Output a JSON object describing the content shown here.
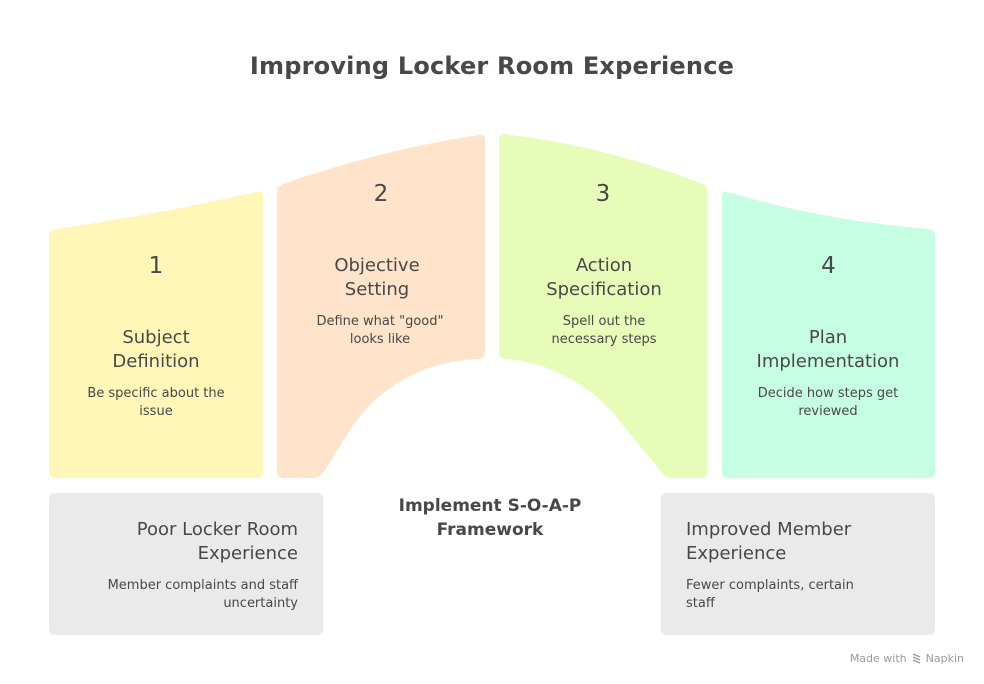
{
  "title": "Improving Locker Room Experience",
  "colors": {
    "step1": "#FFF6B8",
    "step2": "#FFE3CA",
    "step3": "#E8FCB9",
    "step4": "#C6FEE3",
    "box": "#EAEAEA",
    "text": "#484848"
  },
  "steps": [
    {
      "number": "1",
      "heading": "Subject Definition",
      "description": "Be specific about the issue"
    },
    {
      "number": "2",
      "heading": "Objective Setting",
      "description": "Define what \"good\" looks like"
    },
    {
      "number": "3",
      "heading": "Action Specification",
      "description": "Spell out the necessary steps"
    },
    {
      "number": "4",
      "heading": "Plan Implementation",
      "description": "Decide how steps get reviewed"
    }
  ],
  "center_label": "Implement S-O-A-P Framework",
  "start_box": {
    "heading": "Poor Locker Room Experience",
    "description": "Member complaints and staff uncertainty"
  },
  "end_box": {
    "heading": "Improved Member Experience",
    "description": "Fewer complaints, certain staff"
  },
  "footer": {
    "made_with": "Made with",
    "brand": "Napkin"
  }
}
